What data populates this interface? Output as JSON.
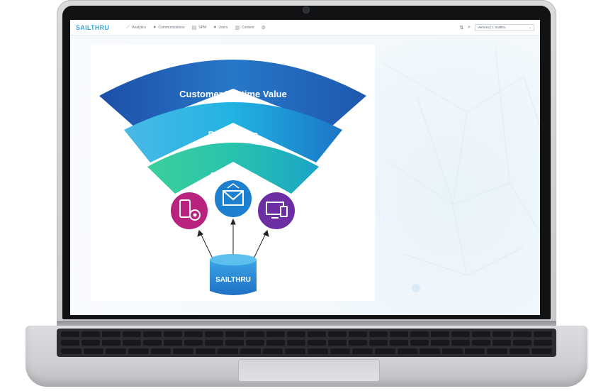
{
  "navbar": {
    "brand": "SAILTHRU",
    "items": [
      {
        "label": "Analytics",
        "icon": "analytics-icon"
      },
      {
        "label": "Communications",
        "icon": "chat-icon"
      },
      {
        "label": "SPM",
        "icon": "document-icon"
      },
      {
        "label": "Users",
        "icon": "user-icon"
      },
      {
        "label": "Content",
        "icon": "content-icon"
      }
    ],
    "account_select_value": "Verbena | 1 Sailthru"
  },
  "diagram": {
    "layers": [
      {
        "label": "Customer Lifetime Value"
      },
      {
        "label": "Predictions"
      },
      {
        "label": "Algorithms"
      }
    ],
    "channels": [
      "mobile-settings-icon",
      "email-icon",
      "devices-icon"
    ],
    "database_label": "SAILTHRU"
  },
  "colors": {
    "brand_blue": "#3aa6d8",
    "layer_top": "#1d63b8",
    "layer_mid": "#22b0e0",
    "layer_bottom": "#23c4a4",
    "channel_magenta": "#b8237f",
    "channel_blue": "#1c7fd0",
    "channel_purple": "#6e2ea3"
  }
}
